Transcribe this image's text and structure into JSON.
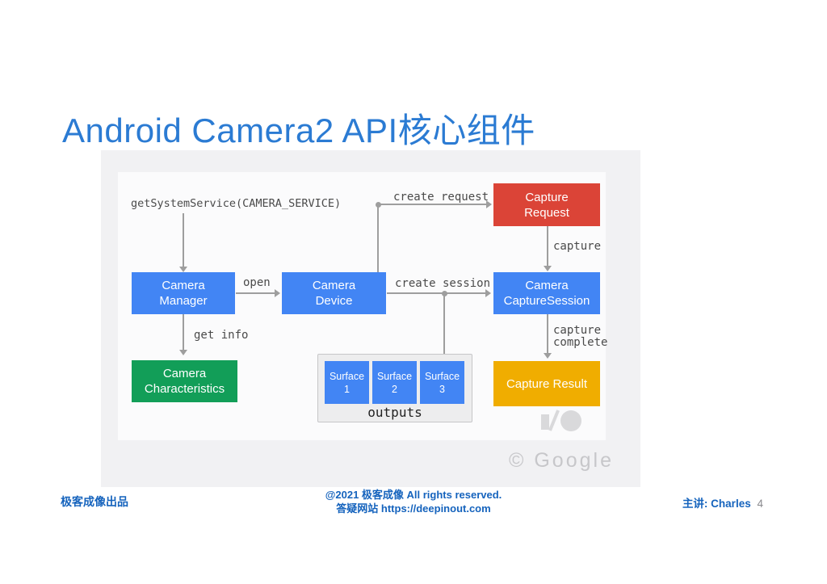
{
  "slide": {
    "title": "Android Camera2 API核心组件"
  },
  "diagram": {
    "api_call_label": "getSystemService(CAMERA_SERVICE)",
    "edge_labels": {
      "open": "open",
      "create_request": "create request",
      "capture": "capture",
      "create_session": "create session",
      "get_info": "get info",
      "capture_complete_line1": "capture",
      "capture_complete_line2": "complete"
    },
    "nodes": {
      "camera_manager": {
        "line1": "Camera",
        "line2": "Manager",
        "color": "#4285f4"
      },
      "camera_device": {
        "line1": "Camera",
        "line2": "Device",
        "color": "#4285f4"
      },
      "capture_request": {
        "line1": "Capture",
        "line2": "Request",
        "color": "#db4437"
      },
      "camera_capture_session": {
        "line1": "Camera",
        "line2": "CaptureSession",
        "color": "#4285f4"
      },
      "camera_characteristics": {
        "line1": "Camera",
        "line2": "Characteristics",
        "color": "#129e58"
      },
      "capture_result": {
        "label": "Capture Result",
        "color": "#f0ad00"
      }
    },
    "outputs": {
      "label": "outputs",
      "surfaces": [
        {
          "line1": "Surface",
          "line2": "1"
        },
        {
          "line1": "Surface",
          "line2": "2"
        },
        {
          "line1": "Surface",
          "line2": "3"
        }
      ]
    },
    "watermark": "© Google",
    "io_logo": "google-io-logo"
  },
  "footer": {
    "left": "极客成像出品",
    "center_line1": "@2021 极客成像 All rights reserved.",
    "center_line2": "答疑网站 https://deepinout.com",
    "right_label": "主讲: Charles",
    "page_number": "4"
  },
  "colors": {
    "title_blue": "#2b7bd3",
    "footer_blue": "#1563bd",
    "node_blue": "#4285f4",
    "node_red": "#db4437",
    "node_green": "#129e58",
    "node_yellow": "#f0ad00",
    "arrow_gray": "#9e9e9e",
    "panel_gray": "#f1f1f3"
  }
}
